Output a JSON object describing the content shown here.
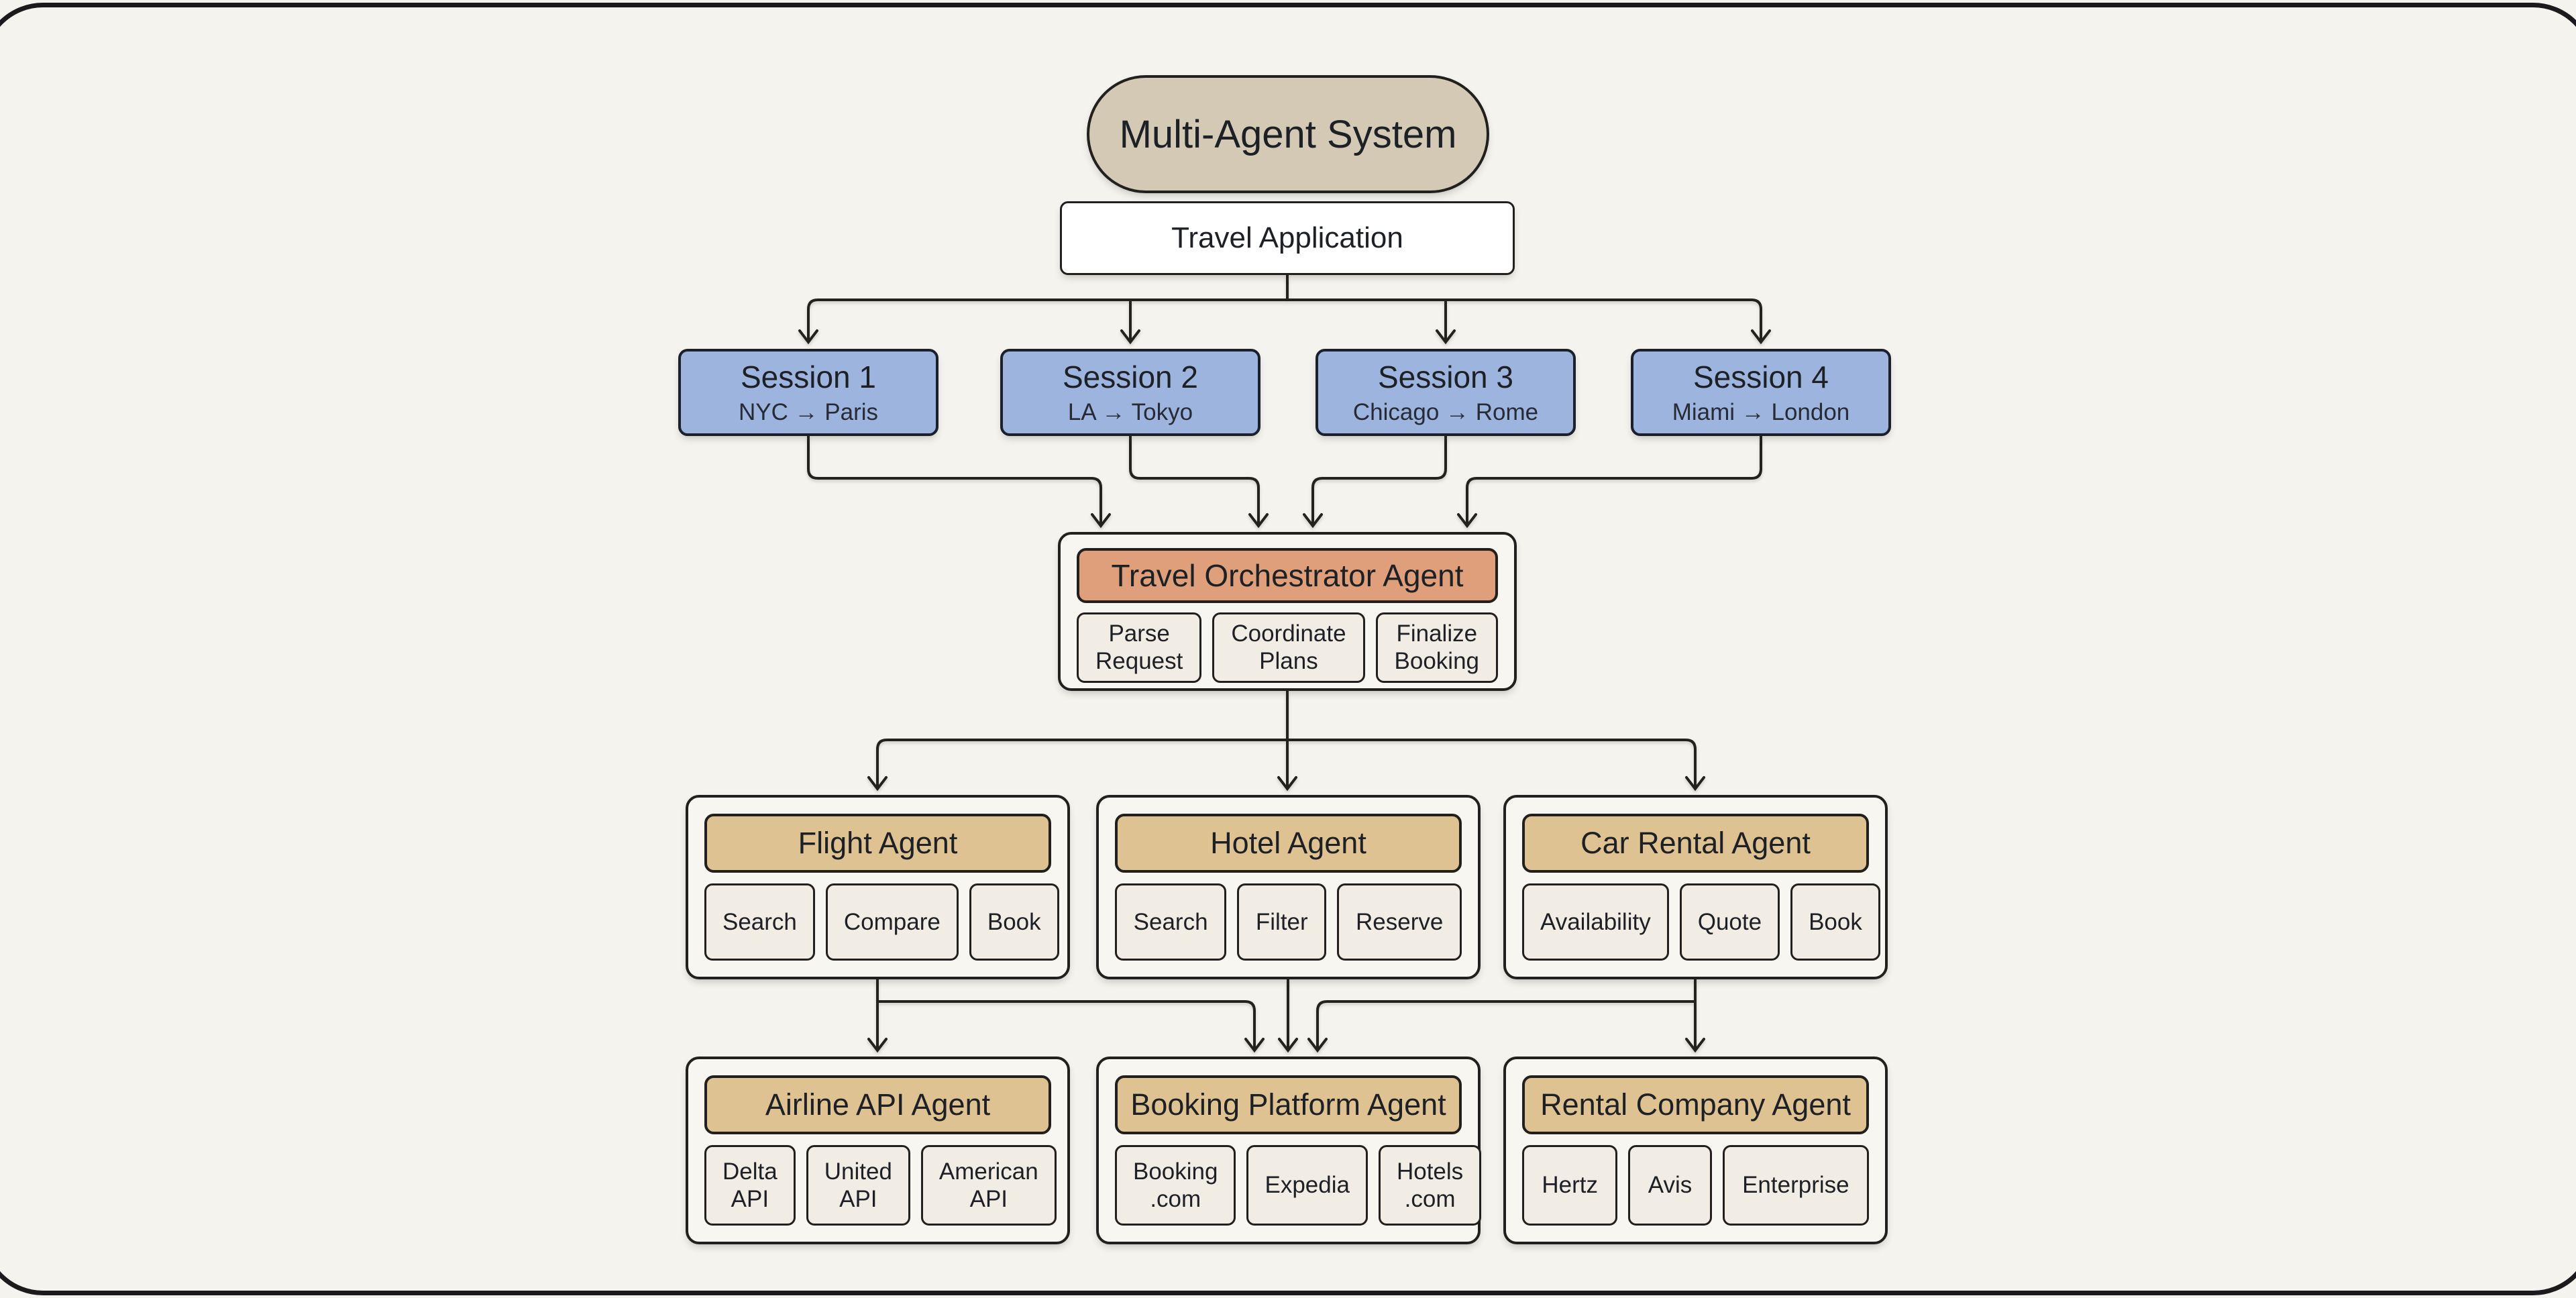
{
  "palette": {
    "bg": "#f5f3ee",
    "panel": "#f8f6f1",
    "chip": "#f1ede5",
    "white": "#ffffff",
    "pill": "#d3c9b5",
    "orange": "#de9f7a",
    "tan": "#dfc292",
    "blue": "#9db4de",
    "border": "#21201e",
    "line": "#24221f",
    "text": "#1d2025"
  },
  "diagram": {
    "title": "Multi-Agent System",
    "application": {
      "label": "Travel Application"
    },
    "sessions": [
      {
        "title": "Session 1",
        "route": "NYC → Paris"
      },
      {
        "title": "Session 2",
        "route": "LA → Tokyo"
      },
      {
        "title": "Session 3",
        "route": "Chicago → Rome"
      },
      {
        "title": "Session 4",
        "route": "Miami → London"
      }
    ],
    "orchestrator": {
      "title": "Travel Orchestrator Agent",
      "tasks": [
        "Parse Request",
        "Coordinate Plans",
        "Finalize Booking"
      ]
    },
    "agents": [
      {
        "title": "Flight Agent",
        "tasks": [
          "Search",
          "Compare",
          "Book"
        ]
      },
      {
        "title": "Hotel Agent",
        "tasks": [
          "Search",
          "Filter",
          "Reserve"
        ]
      },
      {
        "title": "Car Rental Agent",
        "tasks": [
          "Availability",
          "Quote",
          "Book"
        ]
      }
    ],
    "providers": [
      {
        "title": "Airline API Agent",
        "tasks": [
          "Delta API",
          "United API",
          "American API"
        ]
      },
      {
        "title": "Booking Platform Agent",
        "tasks": [
          "Booking .com",
          "Expedia",
          "Hotels .com"
        ]
      },
      {
        "title": "Rental Company Agent",
        "tasks": [
          "Hertz",
          "Avis",
          "Enterprise"
        ]
      }
    ],
    "edges": [
      {
        "from": "travel-application",
        "to": "session-1"
      },
      {
        "from": "travel-application",
        "to": "session-2"
      },
      {
        "from": "travel-application",
        "to": "session-3"
      },
      {
        "from": "travel-application",
        "to": "session-4"
      },
      {
        "from": "session-1",
        "to": "travel-orchestrator-agent"
      },
      {
        "from": "session-2",
        "to": "travel-orchestrator-agent"
      },
      {
        "from": "session-3",
        "to": "travel-orchestrator-agent"
      },
      {
        "from": "session-4",
        "to": "travel-orchestrator-agent"
      },
      {
        "from": "travel-orchestrator-agent",
        "to": "flight-agent"
      },
      {
        "from": "travel-orchestrator-agent",
        "to": "hotel-agent"
      },
      {
        "from": "travel-orchestrator-agent",
        "to": "car-rental-agent"
      },
      {
        "from": "flight-agent",
        "to": "airline-api-agent"
      },
      {
        "from": "flight-agent",
        "to": "booking-platform-agent"
      },
      {
        "from": "hotel-agent",
        "to": "booking-platform-agent"
      },
      {
        "from": "car-rental-agent",
        "to": "booking-platform-agent"
      },
      {
        "from": "car-rental-agent",
        "to": "rental-company-agent"
      }
    ]
  }
}
